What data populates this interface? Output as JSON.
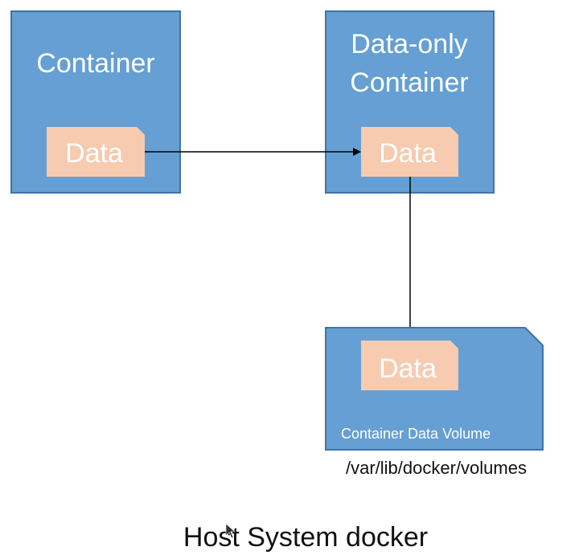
{
  "container": {
    "title": "Container",
    "data_label": "Data"
  },
  "data_only_container": {
    "title_line1": "Data-only",
    "title_line2": "Container",
    "data_label": "Data"
  },
  "volume": {
    "data_label": "Data",
    "label": "Container Data Volume",
    "path": "/var/lib/docker/volumes"
  },
  "host": {
    "label": "Host System docker"
  },
  "colors": {
    "box_fill": "#659fd3",
    "box_stroke": "#3f74a6",
    "data_fill": "#f7cbaf",
    "arrow": "#000000"
  },
  "icons": {
    "cursor": "mouse-cursor-icon"
  }
}
